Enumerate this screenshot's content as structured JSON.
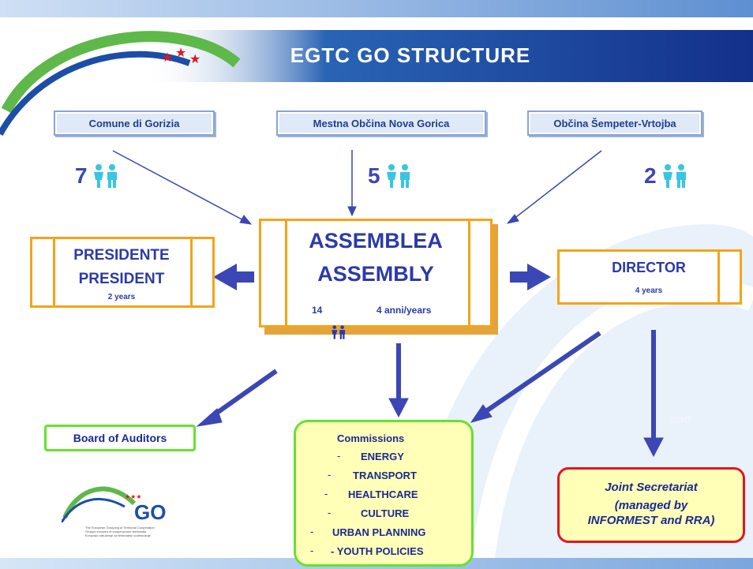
{
  "title": "EGTC GO STRUCTURE",
  "members": [
    {
      "name": "Comune di Gorizia",
      "count": "7"
    },
    {
      "name": "Mestna Občina Nova Gorica",
      "count": "5"
    },
    {
      "name": "Občina Šempeter-Vrtojba",
      "count": "2"
    }
  ],
  "assembly": {
    "line1": "ASSEMBLEA",
    "line2": "ASSEMBLY",
    "members": "14",
    "term": "4 anni/years"
  },
  "president": {
    "line1": "PRESIDENTE",
    "line2": "PRESIDENT",
    "term": "2 years"
  },
  "director": {
    "label": "DIRECTOR",
    "term": "4 years"
  },
  "board": "Board of Auditors",
  "commissions": {
    "title": "Commissions",
    "dash": "-",
    "items": [
      "ENERGY",
      "TRANSPORT",
      "HEALTHCARE",
      "CULTURE",
      "URBAN PLANNING",
      "- YOUTH POLICIES"
    ]
  },
  "staff_label": "staff",
  "secretariat": {
    "line1": "Joint Secretariat",
    "line2": "(managed by",
    "line3": "INFORMEST and RRA)"
  },
  "logo": {
    "text": "GO",
    "caption": [
      "The European Grouping of Territorial Cooperation",
      "Gruppo europeo di cooperazione territoriale",
      "Evropsko združenje za teritorialno sodelovanje"
    ]
  },
  "colors": {
    "orange": "#f5a31a",
    "blue": "#3b47b5",
    "green": "#66e22d",
    "red": "#e2161d",
    "yellow": "#ffffb8"
  }
}
